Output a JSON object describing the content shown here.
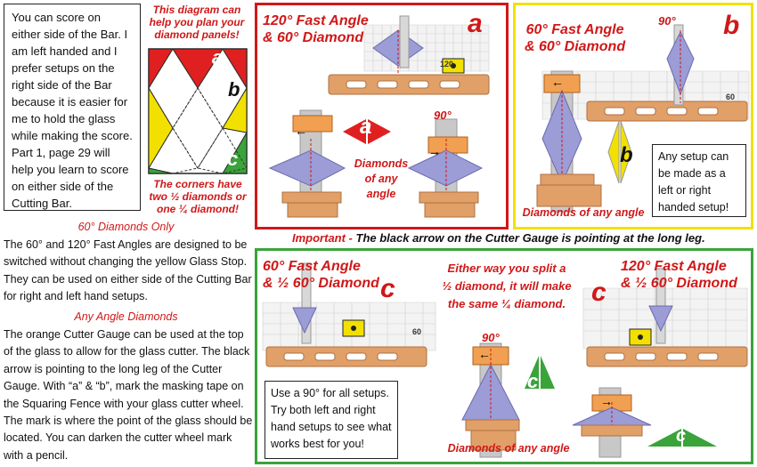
{
  "intro": {
    "text": "You can score on either side of the Bar. I am left handed and I prefer setups on the right side of the Bar because it is easier for me to hold the glass while making the score.\n    Part 1, page 29 will help you learn to score on either side of the Cutting Bar."
  },
  "diagram": {
    "caption_top": "This diagram can help you plan your diamond panels!",
    "caption_bottom": "The corners have two ½ diamonds or one ¼ diamond!",
    "letters": [
      "a",
      "b",
      "c"
    ]
  },
  "sections": {
    "sixty_heading": "60° Diamonds Only",
    "sixty_text": "The 60° and 120° Fast Angles are designed to be switched without changing the yellow Glass Stop. They can be used on either side of the Cutting Bar for right and left hand setups.",
    "any_heading": "Any Angle Diamonds",
    "any_text": "The orange Cutter Gauge can be used at the top of the glass to allow for the glass cutter.  The black arrow is pointing to the long leg of the Cutter Gauge.  With “a” & “b”, mark the masking tape on the Squaring Fence with your glass cutter wheel.  The mark is where the point of the glass should be located.  You can darken the cutter wheel mark with a pencil."
  },
  "panel_a": {
    "title": "120° Fast Angle\n& 60° Diamond",
    "letter": "a",
    "angle": "90°",
    "caption": "Diamonds\nof any angle",
    "scale_label": "120"
  },
  "panel_b": {
    "title": "60° Fast Angle\n& 60° Diamond",
    "letter": "b",
    "angle": "90°",
    "caption": "Diamonds of any angle",
    "note": "Any setup can be made as a left or right handed setup!",
    "scale_label": "60"
  },
  "important": {
    "label": "Important -",
    "text": " The black arrow on the Cutter Gauge is pointing at the long leg."
  },
  "panel_c": {
    "title_left": "60° Fast Angle\n& ½ 60° Diamond",
    "title_right": "120° Fast Angle\n& ½ 60° Diamond",
    "center_text": "Either way you split a\n½ diamond, it will make\nthe same ¼ diamond.",
    "letter": "c",
    "angle": "90°",
    "caption": "Diamonds of any angle",
    "note": "Use a 90° for all setups.\nTry both left and right\nhand setups to see what\nworks best for you!",
    "scale_label": "60"
  },
  "colors": {
    "red": "#d01818",
    "yellow": "#f2e100",
    "green": "#3aa33a",
    "wood": "#e0a068",
    "orange": "#f0a050",
    "glass": "#9c9cd6"
  }
}
